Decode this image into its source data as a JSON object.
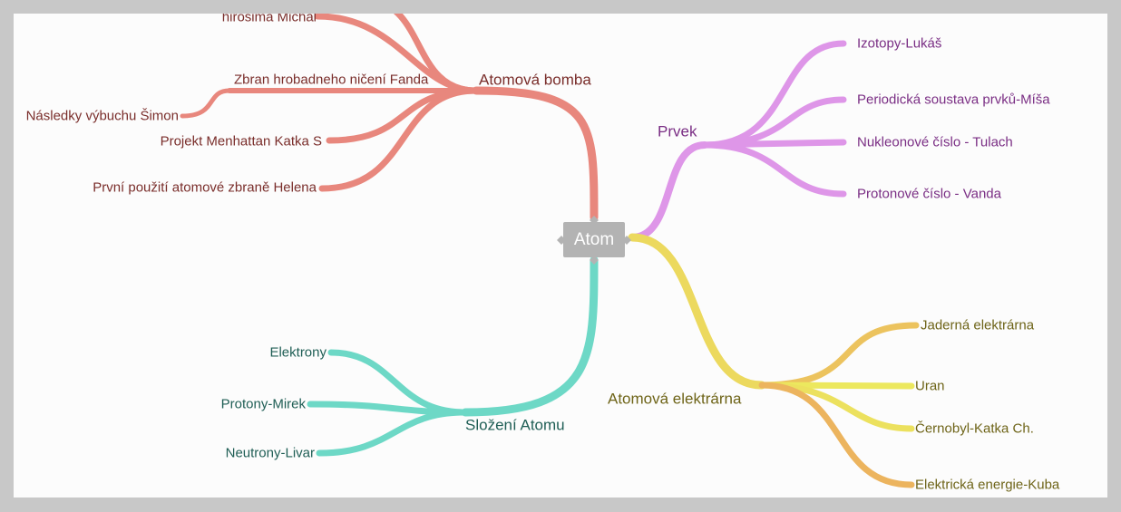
{
  "root": {
    "label": "Atom",
    "color": "#b3b3b3"
  },
  "branches": [
    {
      "key": "bomb",
      "label": "Atomová bomba",
      "color": "#e8877d",
      "text_color": "#7a2e2b",
      "children": [
        {
          "label": "hirošima Michal"
        },
        {
          "label": "Zbran hrobadneho ničení Fanda"
        },
        {
          "label": "Následky výbuchu Šimon"
        },
        {
          "label": "Projekt Menhattan Katka S"
        },
        {
          "label": "První použití atomové zbraně Helena"
        }
      ]
    },
    {
      "key": "prvek",
      "label": "Prvek",
      "color": "#de96e8",
      "text_color": "#7a2e84",
      "children": [
        {
          "label": "Izotopy-Lukáš"
        },
        {
          "label": "Periodická soustava prvků-Míša"
        },
        {
          "label": "Nukleonové číslo - Tulach"
        },
        {
          "label": "Protonové číslo - Vanda"
        }
      ]
    },
    {
      "key": "slozeni",
      "label": "Složení Atomu",
      "color": "#6dd8c6",
      "text_color": "#1f5e55",
      "children": [
        {
          "label": "Elektrony"
        },
        {
          "label": "Protony-Mirek"
        },
        {
          "label": "Neutrony-Livar"
        }
      ]
    },
    {
      "key": "elektrarna",
      "label": "Atomová elektrárna",
      "color": "#ecd95e",
      "text_color": "#6e6418",
      "children": [
        {
          "label": "Jaderná elektrárna",
          "color": "#ecc35e"
        },
        {
          "label": "Uran",
          "color": "#ece85e"
        },
        {
          "label": "Černobyl-Katka Ch.",
          "color": "#ece15e"
        },
        {
          "label": "Elektrická energie-Kuba",
          "color": "#ecb45e"
        }
      ]
    }
  ]
}
